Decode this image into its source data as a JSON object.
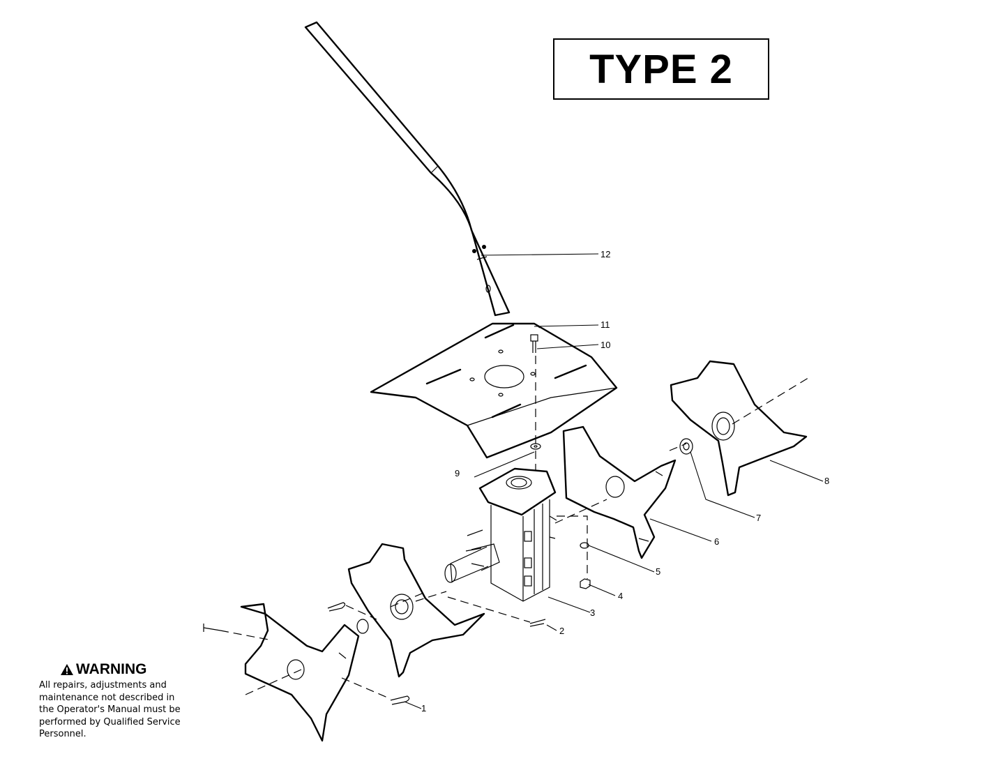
{
  "title": "TYPE 2",
  "warning": {
    "icon": "warning-triangle-icon",
    "title": "WARNING",
    "text": "All repairs, adjustments and\nmaintenance not described in\nthe Operator's Manual must be\nperformed by Qualified Service\nPersonnel."
  },
  "callouts": [
    "1",
    "2",
    "3",
    "4",
    "5",
    "6",
    "7",
    "8",
    "9",
    "10",
    "11",
    "12"
  ]
}
